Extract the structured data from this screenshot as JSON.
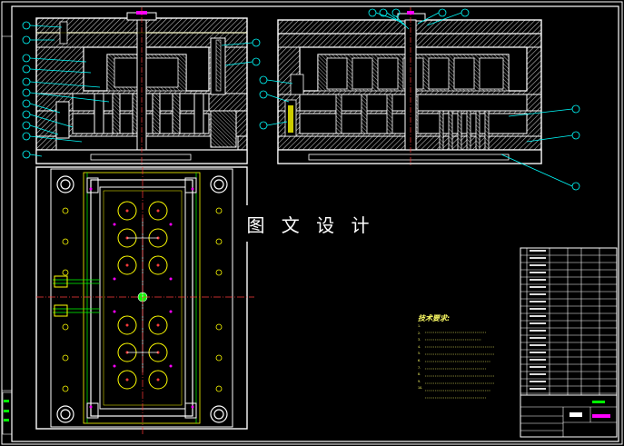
{
  "watermark": "图 文 设 计",
  "technical_requirements": {
    "title": "技术要求:",
    "lines": [
      "1.",
      "2.",
      "3.",
      "4.",
      "5.",
      "6.",
      "7.",
      "8.",
      "9.",
      "10."
    ]
  },
  "colors": {
    "background": "#000000",
    "outline": "#ffffff",
    "hatch": "#c8c8c8",
    "balloon": "#00ffff",
    "centerline": "#ff3b3b",
    "hidden_line": "#ffff00",
    "cooling": "#00ff00",
    "note_text": "#ffff66",
    "accent": "#ff00ff"
  },
  "icons": {
    "balloon": "circle-leader-icon",
    "ejector_pin": "circle-cross-icon"
  }
}
